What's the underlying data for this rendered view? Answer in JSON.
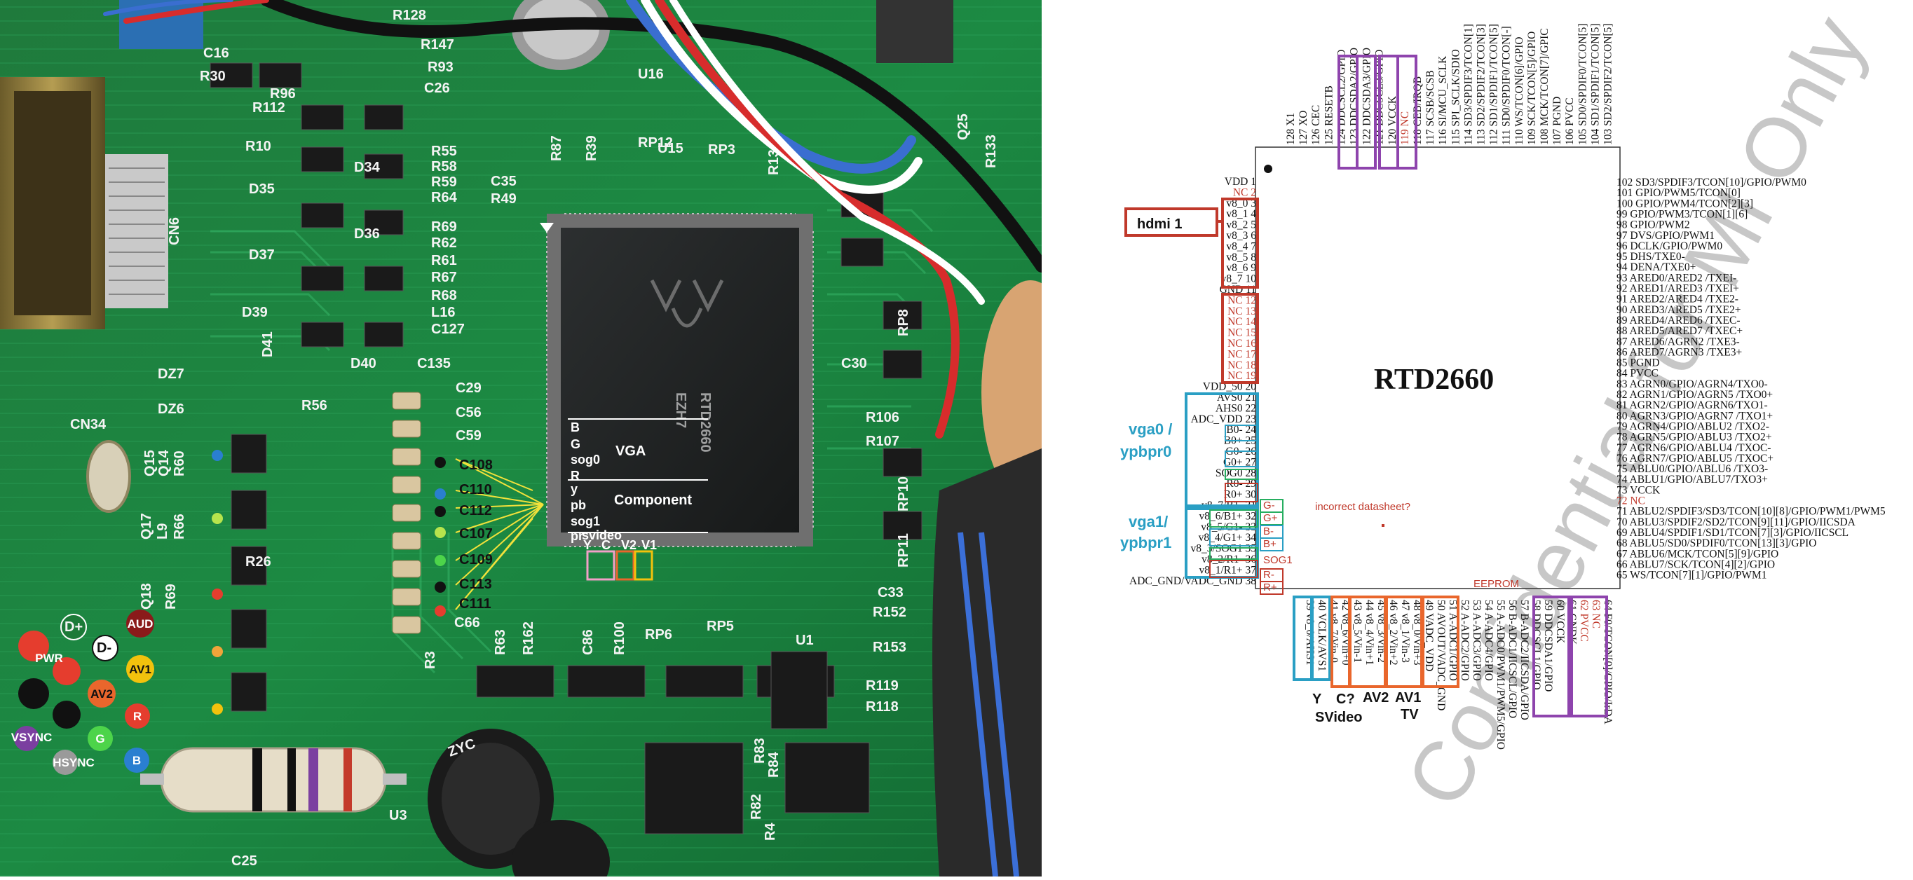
{
  "pcb": {
    "chip_marking": [
      "RTD2660",
      "EZH7"
    ],
    "chip_ref": "U15",
    "component_labels": [
      "C16",
      "R30",
      "R128",
      "R147",
      "R93",
      "C26",
      "R112",
      "R96",
      "R10",
      "D34",
      "R55",
      "R58",
      "R59",
      "R64",
      "R69",
      "R62",
      "R61",
      "R67",
      "R68",
      "L16",
      "C127",
      "C135",
      "D35",
      "D36",
      "D37",
      "D39",
      "D41",
      "D40",
      "CN6",
      "R87",
      "C35",
      "R49",
      "R39",
      "U16",
      "RP12",
      "RP3",
      "R13",
      "Q25",
      "R133",
      "DZ7",
      "DZ6",
      "CN34",
      "R56",
      "C29",
      "C56",
      "C59",
      "C108",
      "C110",
      "C112",
      "C107",
      "C109",
      "C113",
      "C111",
      "C66",
      "Q15",
      "Q14",
      "R60",
      "R66",
      "Q17",
      "L9",
      "Q18",
      "R26",
      "R69",
      "R3",
      "R63",
      "R162",
      "C86",
      "R100",
      "RP6",
      "RP5",
      "U1",
      "C30",
      "RP8",
      "R106",
      "R107",
      "RP10",
      "RP11",
      "C33",
      "R152",
      "R153",
      "R119",
      "R118",
      "R83",
      "R84",
      "R82",
      "R4",
      "C25",
      "U3",
      "D+",
      "D-"
    ],
    "vga_labels": [
      "B",
      "G",
      "sog0",
      "R"
    ],
    "vga_title": "VGA",
    "comp_labels": [
      "y",
      "pb",
      "sog1",
      "pr"
    ],
    "comp_title": "Component",
    "svideo_label": "svideo",
    "svideo_pins": [
      "Y",
      "C",
      "V2",
      "V1"
    ],
    "jack_labels": {
      "aud": "AUD",
      "pwr": "PWR",
      "av1": "AV1",
      "av2": "AV2",
      "r": "R",
      "g": "G",
      "b": "B",
      "vsync": "VSYNC",
      "hsync": "HSYNC",
      "dplus": "D+",
      "dminus": "D-"
    },
    "capacitor_marking": "ZYC"
  },
  "pinout": {
    "title": "RTD2660",
    "watermark": "Confidential for MI Only",
    "left_pins": [
      "VDD 1",
      "NC 2",
      "v8_0 3",
      "v8_1 4",
      "v8_2 5",
      "v8_3 6",
      "v8_4 7",
      "v8_5 8",
      "v8_6 9",
      "v8_7 10",
      "GND 11",
      "NC 12",
      "NC 13",
      "NC 14",
      "NC 15",
      "NC 16",
      "NC 17",
      "NC 18",
      "NC 19",
      "VDD_50 20",
      "AVS0 21",
      "AHS0 22",
      "ADC_VDD 23",
      "B0- 24",
      "B0+ 25",
      "G0- 26",
      "G0+ 27",
      "SOG0 28",
      "R0- 29",
      "R0+ 30",
      "v8_7/B1- 31",
      "v8_6/B1+ 32",
      "v8_5/G1- 33",
      "v8_4/G1+ 34",
      "v8_3/SOG1 35",
      "v8_2/R1- 36",
      "v8_1/R1+ 37",
      "ADC_GND/VADC_GND 38"
    ],
    "right_pins": [
      "102 SD3/SPDIF3/TCON[10]/GPIO/PWM0",
      "101 GPIO/PWM5/TCON[0]",
      "100 GPIO/PWM4/TCON[2][3]",
      "99 GPIO/PWM3/TCON[1][6]",
      "98 GPIO/PWM2",
      "97 DVS/GPIO/PWM1",
      "96 DCLK/GPIO/PWM0",
      "95 DHS/TXE0-",
      "94 DENA/TXE0+",
      "93 ARED0/ARED2 /TXEI-",
      "92 ARED1/ARED3 /TXEI+",
      "91 ARED2/ARED4 /TXE2-",
      "90 ARED3/ARED5 /TXE2+",
      "89 ARED4/ARED6 /TXEC-",
      "88 ARED5/ARED7 /TXEC+",
      "87 ARED6/AGRN2 /TXE3-",
      "86 ARED7/AGRN3 /TXE3+",
      "85 PGND",
      "84 PVCC",
      "83 AGRN0/GPIO/AGRN4/TXO0-",
      "82 AGRN1/GPIO/AGRN5 /TXO0+",
      "81 AGRN2/GPIO/AGRN6/TXO1-",
      "80 AGRN3/GPIO/AGRN7 /TXO1+",
      "79 AGRN4/GPIO/ABLU2 /TXO2-",
      "78 AGRN5/GPIO/ABLU3 /TXO2+",
      "77 AGRN6/GPIO/ABLU4 /TXOC-",
      "76 AGRN7/GPIO/ABLU5 /TXOC+",
      "75 ABLU0/GPIO/ABLU6 /TXO3-",
      "74 ABLU1/GPIO/ABLU7/TXO3+",
      "73 VCCK",
      "72 NC",
      "71 ABLU2/SPDIF3/SD3/TCON[10][8]/GPIO/PWM1/PWM5",
      "70 ABLU3/SPDIF2/SD2/TCON[9][11]/GPIO/IICSDA",
      "69 ABLU4/SPDIF1/SD1/TCON[7][3]/GPIO/IICSCL",
      "68 ABLU5/SD0/SPDIF0/TCON[13][3]/GPIO",
      "67 ABLU6/MCK/TCON[5][9]/GPIO",
      "66 ABLU7/SCK/TCON[4][2]/GPIO",
      "65 WS/TCON[7][1]/GPIO/PWM1"
    ],
    "top_pins": [
      "128 X1",
      "127 XO",
      "126 CEC",
      "125 RESETB",
      "124 DDCSCL2/GPIO",
      "123 DDCSDA2/GPIO",
      "122 DDCSDA3/GPIO",
      "121 DDCSCL3/GPIO",
      "120 VCCK",
      "119 NC",
      "118 CEB/IRQB",
      "117 SCSB/SCSB",
      "116 SI/MCU_SCLK",
      "115 SPI_SCLK/SDIO",
      "114 SD3/SPDIF3/TCON[1]",
      "113 SD2/SPDIF2/TCON[3]",
      "112 SD1/SPDIF1/TCON[5]",
      "111 SD0/SPDIF0/TCON[-]",
      "110 WS/TCON[6]/GPIO",
      "109 SCK/TCON[5]/GPIO",
      "108 MCK/TCON[7]/GPIC",
      "107 PGND",
      "106 PVCC",
      "105 SD0/SPDIF0/TCON[5]",
      "104 SD1/SPDIF1/TCON[5]",
      "103 SD2/SPDIF2/TCON[5]"
    ],
    "bottom_pins": [
      "39 v8_0/AHS1",
      "40 VCLK/AVS1",
      "41 v8_7/Vin-0",
      "42 v8_6/Vin+0",
      "43 v8_5/Vin-1",
      "44 v8_4/Vin+1",
      "45 v8_3/Vin-2",
      "46 v8_2/Vin+2",
      "47 v8_1/Vin-3",
      "48 v8_0/Vin+3",
      "49 VADC_VDD",
      "50 AVOUT/VADC_GND",
      "51 A-ADC1/GPIO",
      "52 A-ADC2/GPIO",
      "53 A-ADC3/GPIO",
      "54 A-ADC4/GPIO",
      "55 A-ADC0/PWM1/PWM5/GPIO",
      "56 B-ADC1/IICSCL/GPIO",
      "57 B-ADC2/IICSDA/GPIO",
      "58 DDCSCL1/GPIO",
      "59 DDCSDA1/GPIO",
      "60 VCCK",
      "61 GNDK",
      "62 PVCC",
      "63 NC",
      "64 F0/TCON[0]/GPIO/IrDA"
    ],
    "group_labels": {
      "hdmi": "hdmi 1",
      "vga0": "vga0 /",
      "vga0b": "ypbpr0",
      "vga1": "vga1/",
      "vga1b": "ypbpr1",
      "y": "Y",
      "c": "C?",
      "av2": "AV2",
      "av1": "AV1",
      "svideo": "SVideo",
      "tv": "TV",
      "eeprom": "EEPROM",
      "incorrect": "incorrect datasheet?",
      "side_letters": [
        "G-",
        "G+",
        "B-",
        "B+",
        "SOG1",
        "R-",
        "R+"
      ]
    }
  }
}
